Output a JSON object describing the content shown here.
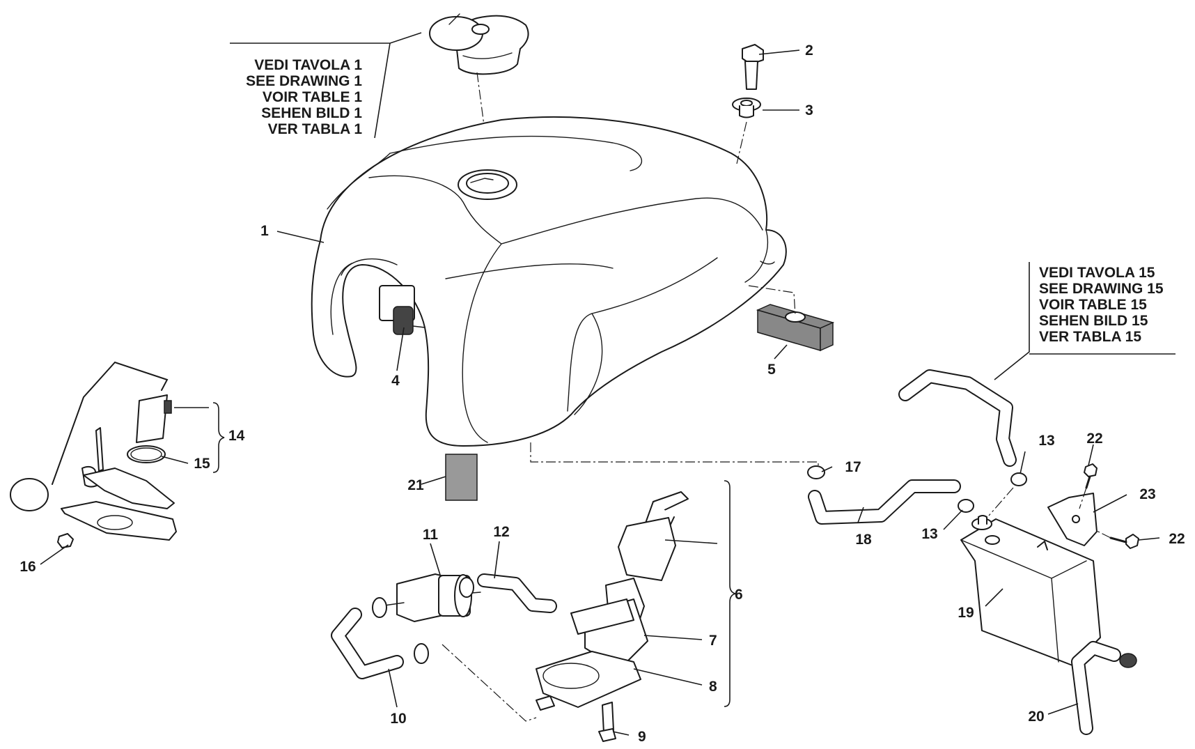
{
  "part_numbers": [
    "1",
    "2",
    "3",
    "4",
    "5",
    "6",
    "7",
    "8",
    "9",
    "10",
    "11",
    "12",
    "13",
    "13",
    "14",
    "15",
    "16",
    "17",
    "18",
    "19",
    "20",
    "21",
    "22",
    "22",
    "23"
  ],
  "ref_drawing_1": [
    "VEDI TAVOLA 1",
    "SEE DRAWING 1",
    "VOIR TABLE 1",
    "SEHEN BILD 1",
    "VER TABLA 1"
  ],
  "ref_drawing_15": [
    "VEDI TAVOLA 15",
    "SEE DRAWING 15",
    "VOIR TABLE 15",
    "SEHEN BILD 15",
    "VER TABLA 15"
  ],
  "colors": {
    "line": "#1a1a1a",
    "background": "#ffffff"
  }
}
